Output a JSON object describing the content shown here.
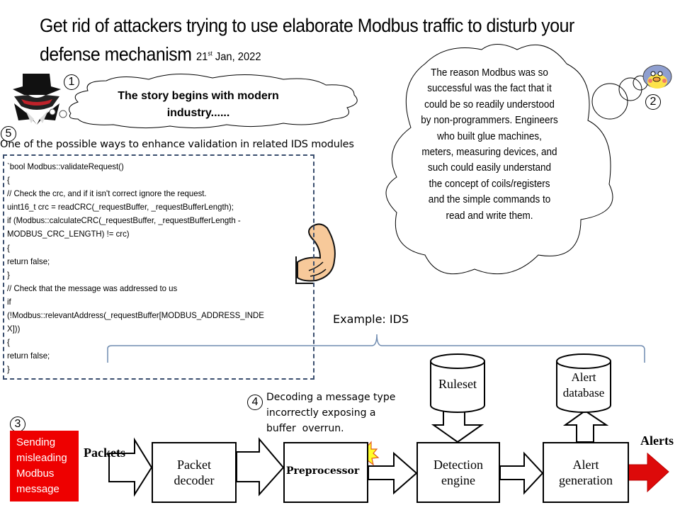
{
  "title": {
    "main_line1": "Get rid of attackers trying to use elaborate Modbus traffic to disturb your",
    "main_line2": "defense mechanism",
    "date_day": "21",
    "date_suffix": "st",
    "date_rest": " Jan, 2022"
  },
  "markers": [
    "1",
    "2",
    "3",
    "4",
    "5"
  ],
  "story_bubble": {
    "text": "The story begins with modern industry......"
  },
  "thought_cloud": {
    "text": "The reason Modbus was so successful was the fact that it could be so readily understood by non-programmers. Engineers who built glue machines, meters, measuring devices, and such could easily understand the concept of coils/registers and the simple commands to read and write them."
  },
  "validation": {
    "caption": "One of the possible ways to enhance validation in related IDS modules",
    "code_lines": [
      "`bool Modbus::validateRequest()",
      "{",
      "// Check the crc, and if it isn't correct ignore the request.",
      "uint16_t  crc = readCRC(_requestBuffer, _requestBufferLength);",
      "if (Modbus::calculateCRC(_requestBuffer, _requestBufferLength -",
      "MODBUS_CRC_LENGTH)  != crc)",
      "{",
      "return  false;",
      "}",
      "// Check that the message was addressed to us",
      "if",
      "(!Modbus::relevantAddress(_requestBuffer[MODBUS_ADDRESS_INDE",
      "X]))",
      "{",
      "return  false;",
      "}"
    ]
  },
  "ids": {
    "example_label": "Example: IDS",
    "attack_note": "Decoding a message type incorrectly exposing a buffer overrun.",
    "attack_note_lines": [
      "Decoding a message type",
      "incorrectly exposing a",
      "buffer  overrun."
    ],
    "attacker_box_lines": [
      "Sending",
      "misleading",
      "Modbus",
      "message"
    ],
    "packets_label": "Packets",
    "alerts_label": "Alerts",
    "blocks": {
      "packet_decoder": [
        "Packet",
        "decoder"
      ],
      "preprocessor": "Preprocessor",
      "detection_engine": [
        "Detection",
        "engine"
      ],
      "alert_generation": [
        "Alert",
        "generation"
      ],
      "ruleset": "Ruleset",
      "alert_database": [
        "Alert",
        "database"
      ]
    },
    "colors": {
      "attack_red": "#ee0000",
      "alert_arrow": "#dd0a0a",
      "brace": "#6f8bb0",
      "dash_border": "#3a4e6e"
    }
  },
  "icons": [
    "hacker-icon",
    "penguin-mascot-icon",
    "flexed-arm-icon",
    "explosion-icon"
  ]
}
